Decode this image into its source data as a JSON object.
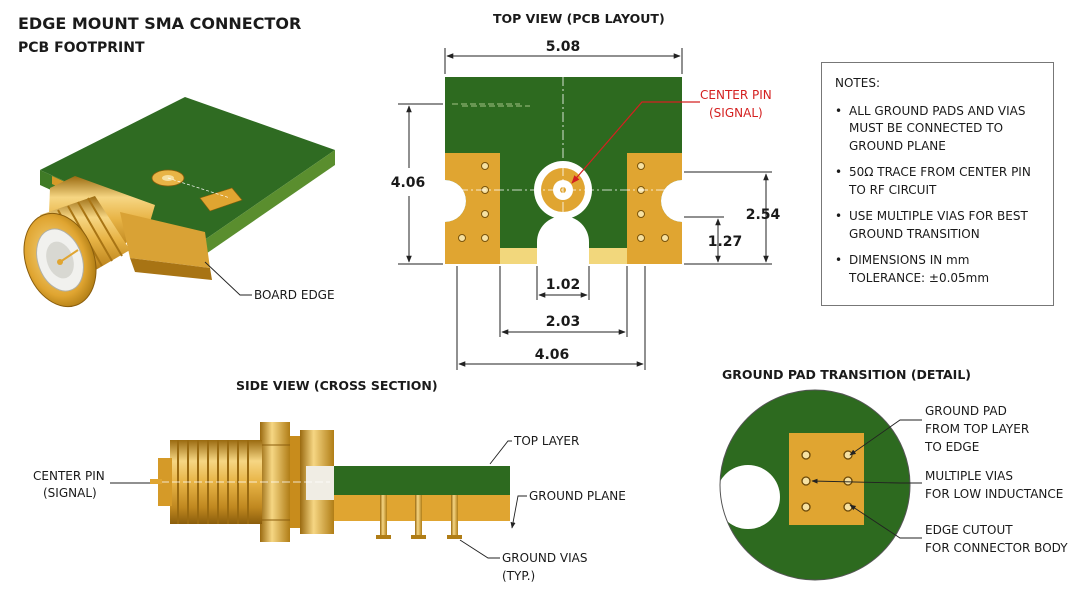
{
  "title": "EDGE MOUNT SMA CONNECTOR",
  "subtitle": "PCB FOOTPRINT",
  "top_view": {
    "heading": "TOP VIEW (PCB LAYOUT)",
    "dim_width_top": "5.08",
    "dim_height": "4.06",
    "dim_right_tall": "2.54",
    "dim_right_short": "1.27",
    "dim_bottom_1": "1.02",
    "dim_bottom_2": "2.03",
    "dim_bottom_3": "4.06",
    "center_pin_line1": "CENTER PIN",
    "center_pin_line2": "(SIGNAL)"
  },
  "iso_view": {
    "board_edge_label": "BOARD EDGE"
  },
  "notes": {
    "heading": "NOTES:",
    "items": [
      "ALL GROUND PADS AND VIAS MUST BE CONNECTED TO GROUND PLANE",
      "50Ω TRACE FROM CENTER PIN TO RF CIRCUIT",
      "USE MULTIPLE VIAS FOR BEST GROUND TRANSITION",
      "DIMENSIONS IN mm TOLERANCE: ±0.05mm"
    ]
  },
  "side_view": {
    "heading": "SIDE VIEW (CROSS SECTION)",
    "top_layer": "TOP LAYER",
    "ground_plane": "GROUND PLANE",
    "center_pin_line1": "CENTER PIN",
    "center_pin_line2": "(SIGNAL)",
    "ground_vias_line1": "GROUND VIAS",
    "ground_vias_line2": "(TYP.)"
  },
  "detail": {
    "heading": "GROUND PAD TRANSITION (DETAIL)",
    "pad_line1": "GROUND PAD",
    "pad_line2": "FROM TOP LAYER",
    "pad_line3": "TO EDGE",
    "vias_line1": "MULTIPLE VIAS",
    "vias_line2": "FOR LOW INDUCTANCE",
    "cutout_line1": "EDGE CUTOUT",
    "cutout_line2": "FOR CONNECTOR BODY"
  },
  "colors": {
    "pcb_green": "#2d6a1f",
    "gold": "#e0a531",
    "gold_light": "#f6d683",
    "gold_dark": "#b07d16",
    "annotation_red": "#d42020"
  }
}
